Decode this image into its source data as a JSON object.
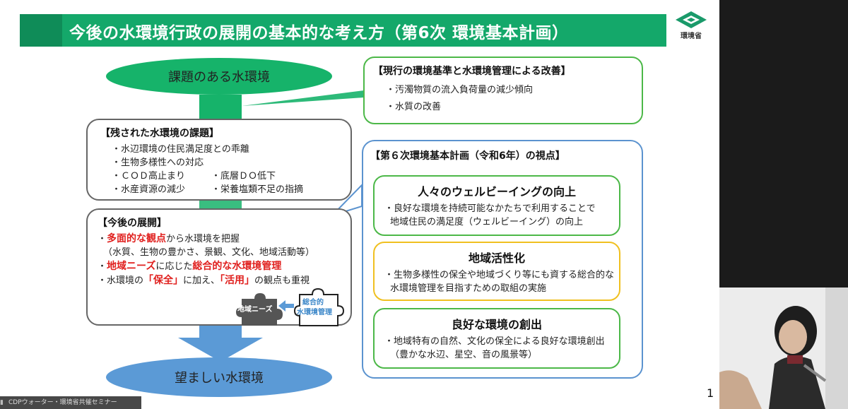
{
  "slide": {
    "title": "今後の水環境行政の展開の基本的な考え方（第6次 環境基本計画）",
    "logo_text": "環境省",
    "page_number": "1"
  },
  "flow": {
    "top_oval": "課題のある水環境",
    "bottom_oval": "望ましい水環境"
  },
  "remaining_issues": {
    "heading": "【残された水環境の課題】",
    "items": [
      "・水辺環境の住民満足度との乖離",
      "・生物多様性への対応",
      "・ＣＯＤ高止まり",
      "・底層ＤＯ低下",
      "・水産資源の減少",
      "・栄養塩類不足の指摘"
    ]
  },
  "future": {
    "heading": "【今後の展開】",
    "line1_red": "多面的な観点",
    "line1_rest": "から水環境を把握",
    "line1_prefix": "・",
    "line2": "（水質、生物の豊かさ、景観、文化、地域活動等）",
    "line3_prefix": "・",
    "line3_red1": "地域ニーズ",
    "line3_mid": "に応じた",
    "line3_red2": "総合的な水環境管理",
    "line4_prefix": "・水環境の",
    "line4_red1": "「保全」",
    "line4_mid": "に加え、",
    "line4_red2": "「活用」",
    "line4_rest": "の観点も重視",
    "puzzle_left": "地域ニーズ",
    "puzzle_right_1": "総合的",
    "puzzle_right_2": "水環境管理"
  },
  "improvement": {
    "heading": "【現行の環境基準と水環境管理による改善】",
    "items": [
      "・汚濁物質の流入負荷量の減少傾向",
      "・水質の改善"
    ]
  },
  "plan6": {
    "heading": "【第６次環境基本計画（令和6年）の視点】",
    "wellbeing": {
      "title": "人々のウェルビーイングの向上",
      "line1": "・良好な環境を持続可能なかたちで利用することで",
      "line2": "地域住民の満足度（ウェルビーイング）の向上"
    },
    "revitalization": {
      "title": "地域活性化",
      "line1": "・生物多様性の保全や地域づくり等にも資する総合的な",
      "line2": "水環境管理を目指すための取組の実施"
    },
    "creation": {
      "title": "良好な環境の創出",
      "line1": "・地域特有の自然、文化の保全による良好な環境創出",
      "line2": "（豊かな水辺、星空、音の風景等）"
    }
  },
  "overlay": {
    "caption": "CDPウォーター・環境省共催セミナー"
  },
  "colors": {
    "title_green": "#14a86a",
    "oval_green": "#16b36a",
    "oval_blue": "#5b9ad6",
    "accent_red": "#e0201e",
    "frame_blue": "#5b93cf"
  }
}
